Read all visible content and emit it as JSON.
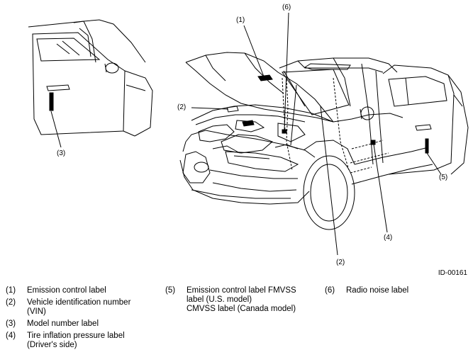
{
  "callouts": {
    "c1": "(1)",
    "c2_hood": "(2)",
    "c2_bottom": "(2)",
    "c3": "(3)",
    "c4": "(4)",
    "c5": "(5)",
    "c6": "(6)"
  },
  "figure_id": "ID-00161",
  "legend": {
    "col1": [
      {
        "num": "(1)",
        "lines": [
          "Emission control label"
        ]
      },
      {
        "num": "(2)",
        "lines": [
          "Vehicle identification number",
          "(VIN)"
        ]
      },
      {
        "num": "(3)",
        "lines": [
          "Model number label"
        ]
      },
      {
        "num": "(4)",
        "lines": [
          "Tire inflation pressure label",
          "(Driver's side)"
        ]
      }
    ],
    "col2": [
      {
        "num": "(5)",
        "lines": [
          "Emission control label FMVSS",
          "label (U.S. model)",
          "CMVSS label (Canada model)"
        ]
      }
    ],
    "col3": [
      {
        "num": "(6)",
        "lines": [
          "Radio noise label"
        ]
      }
    ]
  }
}
